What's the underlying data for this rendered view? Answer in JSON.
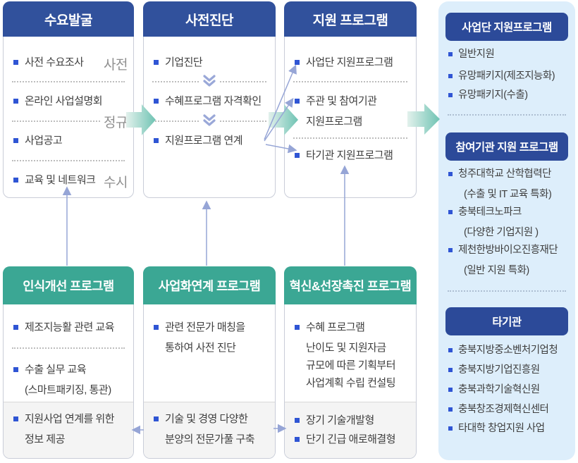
{
  "colors": {
    "header_blue": "#31519c",
    "panel_header_blue": "#2c4a99",
    "teal_header": "#3ba794",
    "panel_background": "#ddeefb",
    "bullet_blue": "#2f55d4",
    "body_text": "#3f3f3f",
    "tag_gray": "#8f8f8f",
    "big_arrow_gradient_start": "#e2f1ec",
    "big_arrow_gradient_end": "#6fc3b3",
    "thin_arrow": "#96a5d6"
  },
  "top_columns": {
    "demand": {
      "title": "수요발굴",
      "items": [
        "사전 수요조사",
        "온라인 사업설명회",
        "사업공고",
        "교육 및 네트워크"
      ],
      "tag_pre": "사전",
      "tag_regular": "정규",
      "tag_anytime": "수시"
    },
    "diagnosis": {
      "title": "사전진단",
      "items": [
        "기업진단",
        "수혜프로그램 자격확인",
        "지원프로그램 연계"
      ]
    },
    "support": {
      "title": "지원 프로그램",
      "items": [
        "사업단 지원프로그램",
        "주관 및 참여기관",
        "지원프로그램",
        "타기관 지원프로그램"
      ]
    }
  },
  "bottom_boxes": {
    "awareness": {
      "title": "인식개선 프로그램",
      "item1": "제조지능활 관련 교육",
      "item2": "수출 실무 교육",
      "item2_sub": "(스마트패키징, 통관)",
      "footer1": "지원사업 연계를 위한",
      "footer1_sub": "정보 제공"
    },
    "commercialization": {
      "title": "사업화연계 프로그램",
      "item1": "관련 전문가 매칭을",
      "item1_sub": "통하여 사전 진단",
      "footer1": "기술 및 경영 다양한",
      "footer1_sub": "분양의 전문가풀 구축"
    },
    "innovation": {
      "title": "혁신&선장촉진 프로그램",
      "item1": "수혜 프로그램",
      "item1_sub1": "난이도 및 지원자금",
      "item1_sub2": "규모에 따른 기획부터",
      "item1_sub3": "사업계획 수립 컨설팅",
      "footer1": "장기 기술개발형",
      "footer2": "단기 긴급 애로해결형"
    }
  },
  "side_panel": {
    "sections": [
      {
        "title": "사업단 지원프로그램",
        "items": [
          "일반지원",
          "유망패키지(제조지능화)",
          "유망패키지(수출)"
        ]
      },
      {
        "title": "참여기관 지원 프로그램",
        "items": [
          "청주대학교 산학협력단",
          "(수출 및 IT 교육 특화)",
          "충북테크노파크",
          "(다양한 기업지원 )",
          "제천한방바이오진흥재단",
          "(일반 지원 특화)"
        ]
      },
      {
        "title": "타기관",
        "items": [
          "충북지방중소벤처기업청",
          "충북지방기업진흥원",
          "충북과학기술혁신원",
          "충북창조경제혁신센터",
          "타대학 창업지원 사업"
        ]
      }
    ]
  }
}
